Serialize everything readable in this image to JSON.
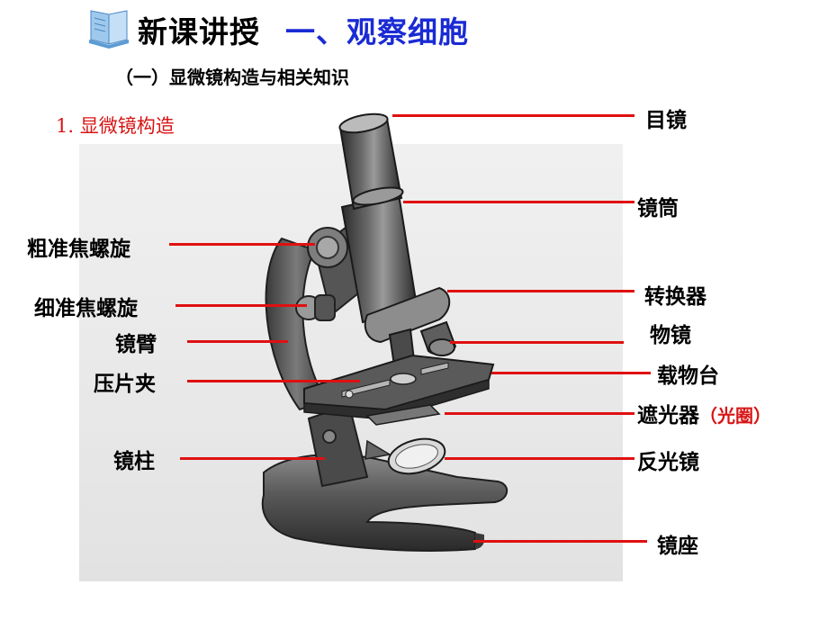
{
  "header": {
    "title_main": "新课讲授",
    "title_sub": "一、观察细胞",
    "subtitle": "（一）显微镜构造与相关知识",
    "section": "1. 显微镜构造"
  },
  "icons": {
    "header": "book-icon"
  },
  "colors": {
    "leader_line": "#e01010",
    "title_blue": "#1a2bd4",
    "section_red": "#d81414"
  },
  "labels": {
    "right": {
      "eyepiece": "目镜",
      "tube": "镜筒",
      "nosepiece": "转换器",
      "objective": "物镜",
      "stage": "载物台",
      "diaphragm": "遮光器",
      "diaphragm_note": "（光圈）",
      "mirror": "反光镜",
      "base": "镜座"
    },
    "left": {
      "coarse": "粗准焦螺旋",
      "fine": "细准焦螺旋",
      "arm": "镜臂",
      "clip": "压片夹",
      "pillar": "镜柱"
    }
  }
}
